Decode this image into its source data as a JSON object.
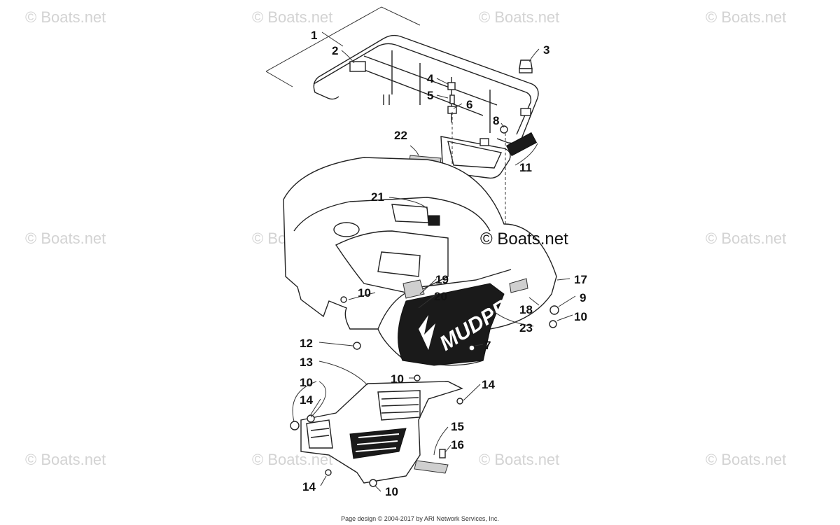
{
  "watermarks": {
    "text": "© Boats.net",
    "items": [
      "© Boats.net",
      "© Boats.net",
      "© Boats.net",
      "© Boats.net",
      "© Boats.net",
      "© Boats.net",
      "© Boats.net",
      "© Boats.net",
      "© Boats.net",
      "© Boats.net",
      "© Boats.net",
      "© Boats.net"
    ]
  },
  "center_watermark": "© Boats.net",
  "decal_text": "MUDPRO",
  "footer": "Page design © 2004-2017 by ARI Network Services, Inc.",
  "callouts": [
    "1",
    "2",
    "3",
    "4",
    "5",
    "6",
    "8",
    "22",
    "11",
    "21",
    "17",
    "19",
    "20",
    "9",
    "10",
    "18",
    "10",
    "23",
    "7",
    "12",
    "13",
    "10",
    "14",
    "10",
    "14",
    "15",
    "16",
    "14",
    "10"
  ]
}
